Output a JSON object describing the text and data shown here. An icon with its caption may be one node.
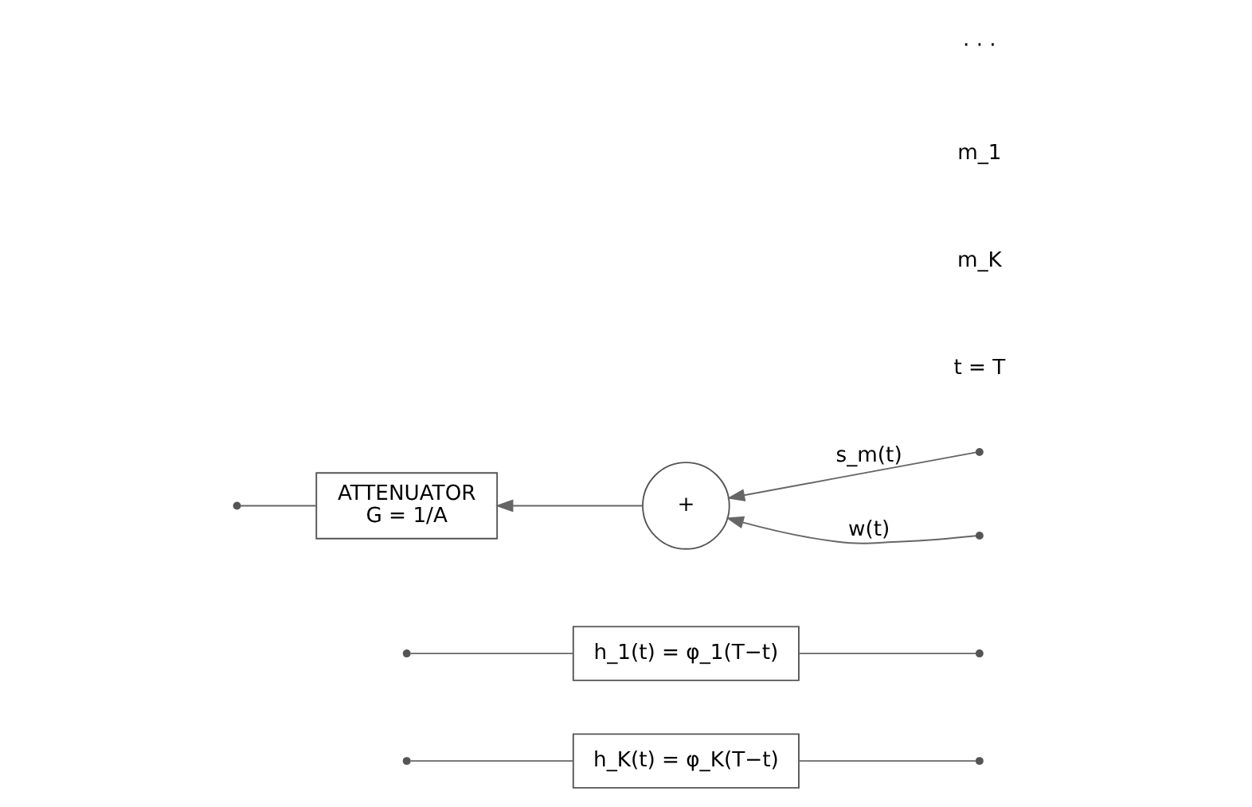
{
  "diagram": {
    "nodes": [
      {
        "text": [
          "h_K(t) = φ_K(T−t)"
        ]
      },
      {
        "text": [
          "h_1(t) = φ_1(T−t)"
        ]
      },
      {
        "text": [
          "ATTENUATOR",
          "G = 1/A"
        ]
      },
      {
        "text": [
          "+"
        ]
      }
    ],
    "edges": [
      {
        "from": null,
        "to": 0,
        "arrow": "none"
      },
      {
        "from": null,
        "to": 1,
        "arrow": "none"
      },
      {
        "from": 0,
        "to": null,
        "arrow": "none"
      },
      {
        "from": 1,
        "to": null,
        "arrow": "none"
      },
      {
        "from": null,
        "to": 3,
        "arrow": "to",
        "label": "s_m(t)"
      },
      {
        "from": null,
        "to": 3,
        "arrow": "to",
        "label": "w(t)"
      },
      {
        "from": 3,
        "to": 2,
        "arrow": "to"
      },
      {
        "from": 2,
        "to": null,
        "arrow": "none"
      }
    ],
    "labels": [
      "t = T",
      "m_K",
      "m_1",
      "· · ·"
    ]
  }
}
